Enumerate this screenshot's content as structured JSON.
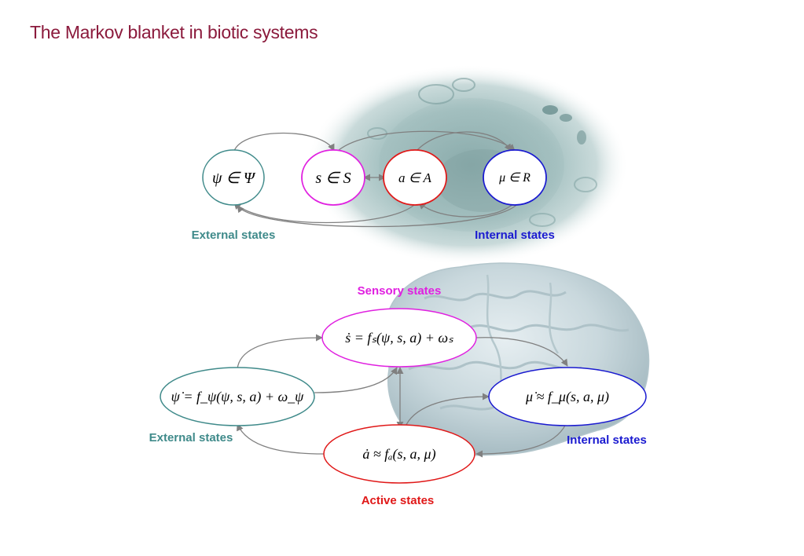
{
  "title": "The Markov blanket in biotic systems",
  "top": {
    "nodes": {
      "external": "ψ ∈ Ψ",
      "sensory": "s ∈ S",
      "active": "a ∈ A",
      "internal": "μ ∈ R"
    },
    "labels": {
      "external": "External states",
      "internal": "Internal states"
    }
  },
  "bottom": {
    "equations": {
      "sensory": "ṡ = fₛ(ψ, s, a) + ωₛ",
      "external": "ψ̇ = f_ψ(ψ, s, a) + ω_ψ",
      "internal": "μ̇ ≈ f_μ(s, a, μ)",
      "active": "ȧ ≈ fₐ(s, a, μ)"
    },
    "labels": {
      "sensory": "Sensory states",
      "external": "External states",
      "internal": "Internal states",
      "active": "Active states"
    }
  },
  "colors": {
    "title": "#8b1a3c",
    "external": "#3f8a8a",
    "sensory": "#e020e0",
    "active": "#e01818",
    "internal": "#1a1ad0",
    "arrow": "#808080"
  }
}
